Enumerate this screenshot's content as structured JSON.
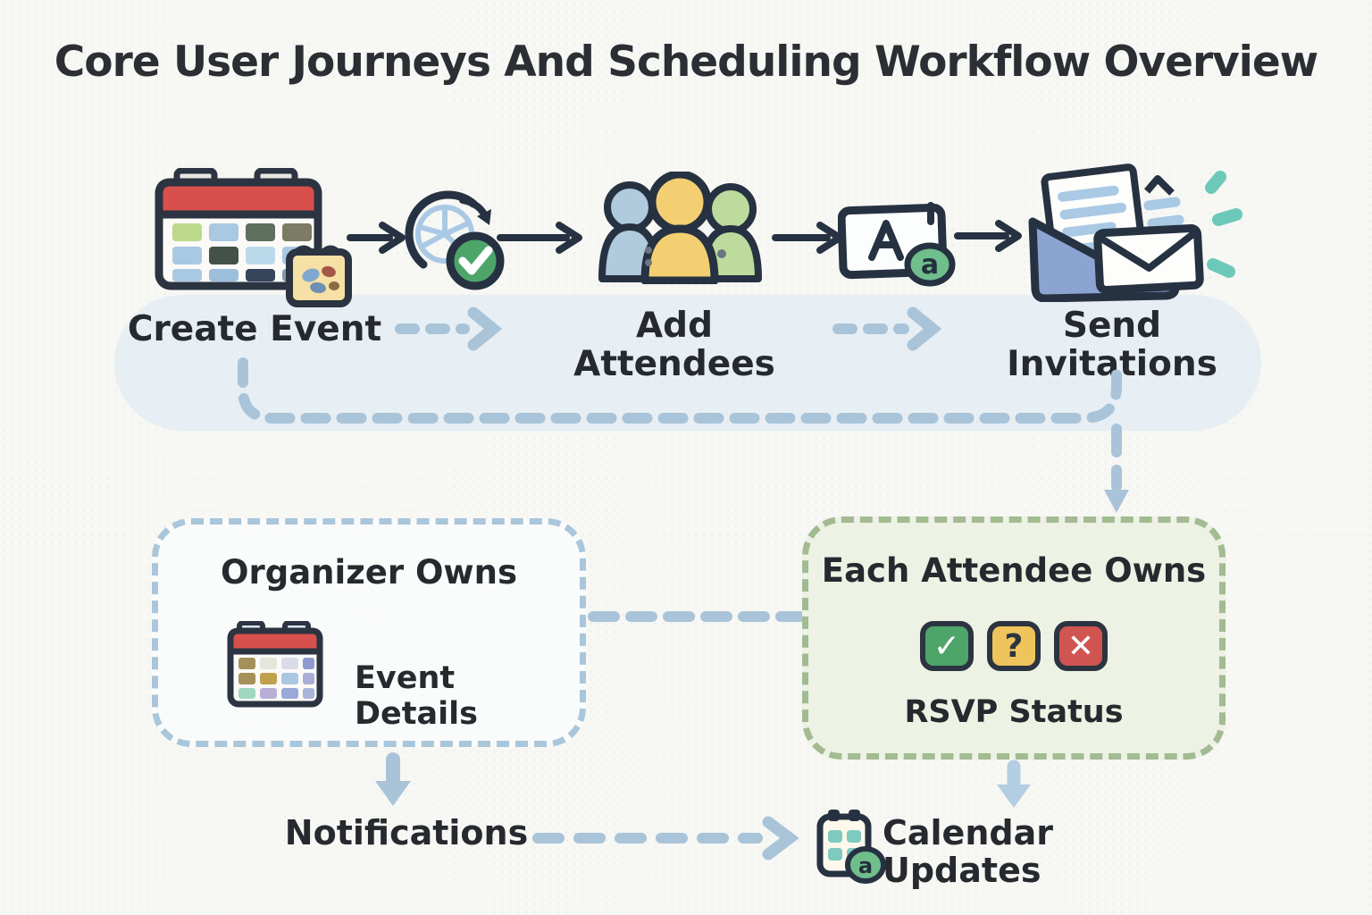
{
  "title": "Core User Journeys And Scheduling Workflow Overview",
  "flow": {
    "steps": [
      {
        "label": "Create Event",
        "icon": "calendar-icon"
      },
      {
        "label": "Add Attendees",
        "icon": "attendees-people-icon"
      },
      {
        "label": "Send Invitations",
        "icon": "mail-folder-icon"
      }
    ],
    "extra_icons": [
      {
        "name": "clock-confirm-icon",
        "meaning": "schedule time confirmed"
      },
      {
        "name": "compose-email-icon",
        "meaning": "compose invitation with @ address"
      }
    ]
  },
  "ownership": {
    "organizer": {
      "title": "Organizer Owns",
      "item": "Event Details",
      "icon": "event-details-calendar-icon",
      "border_color": "#a9c6da"
    },
    "attendee": {
      "title": "Each Attendee Owns",
      "item": "RSVP Status",
      "border_color": "#a2bb92",
      "background": "#edf2e4",
      "badges": [
        {
          "name": "accepted",
          "glyph": "✓",
          "color": "#4ea56a"
        },
        {
          "name": "tentative",
          "glyph": "?",
          "color": "#f0c45c"
        },
        {
          "name": "declined",
          "glyph": "✕",
          "color": "#d05551"
        }
      ]
    }
  },
  "outputs": {
    "notifications": {
      "label": "Notifications"
    },
    "calendar_updates": {
      "label": "Calendar Updates",
      "icon": "calendar-sync-icon"
    }
  },
  "colors": {
    "ink": "#2b3440",
    "connector_blue": "#a9c4d9",
    "curved_arrow_blue": "#6f9fcc",
    "teal_accent": "#6cc9b8",
    "calendar_red": "#d8504c"
  }
}
